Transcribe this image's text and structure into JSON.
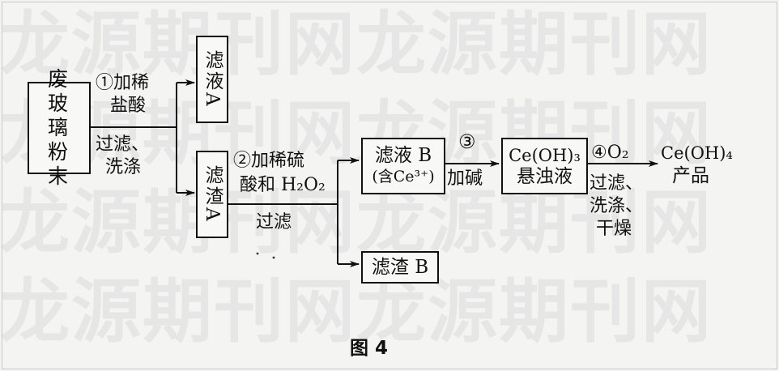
{
  "watermark_rows": [
    "龙源期刊网龙源期刊网",
    "龙源期刊网龙源期刊网",
    "龙源期刊网龙源期刊网",
    "龙源期刊网龙源期刊网"
  ],
  "nodes": {
    "waste_glass": "废玻璃粉末",
    "filtrate_a": "滤液A",
    "residue_a": "滤渣A",
    "filtrate_b_line1": "滤液 B",
    "filtrate_b_line2": "(含Ce³⁺)",
    "ce_oh3_line1": "Ce(OH)₃",
    "ce_oh3_line2": "悬浊液",
    "residue_b": "滤渣 B",
    "product_line1": "Ce(OH)₄",
    "product_line2": "产品"
  },
  "steps": {
    "step1_line1": "①加稀",
    "step1_line2": "盐酸",
    "step1_below_line1": "过滤、",
    "step1_below_line2": "洗涤",
    "step2_line1": "②加稀硫",
    "step2_line2": "酸和 H₂O₂",
    "step2_below": "过滤",
    "step3_line1": "③",
    "step3_line2": "加碱",
    "step4_line1": "④O₂",
    "step4_below_line1": "过滤、",
    "step4_below_line2": "洗涤、",
    "step4_below_line3": "干燥"
  },
  "caption": "图 4"
}
